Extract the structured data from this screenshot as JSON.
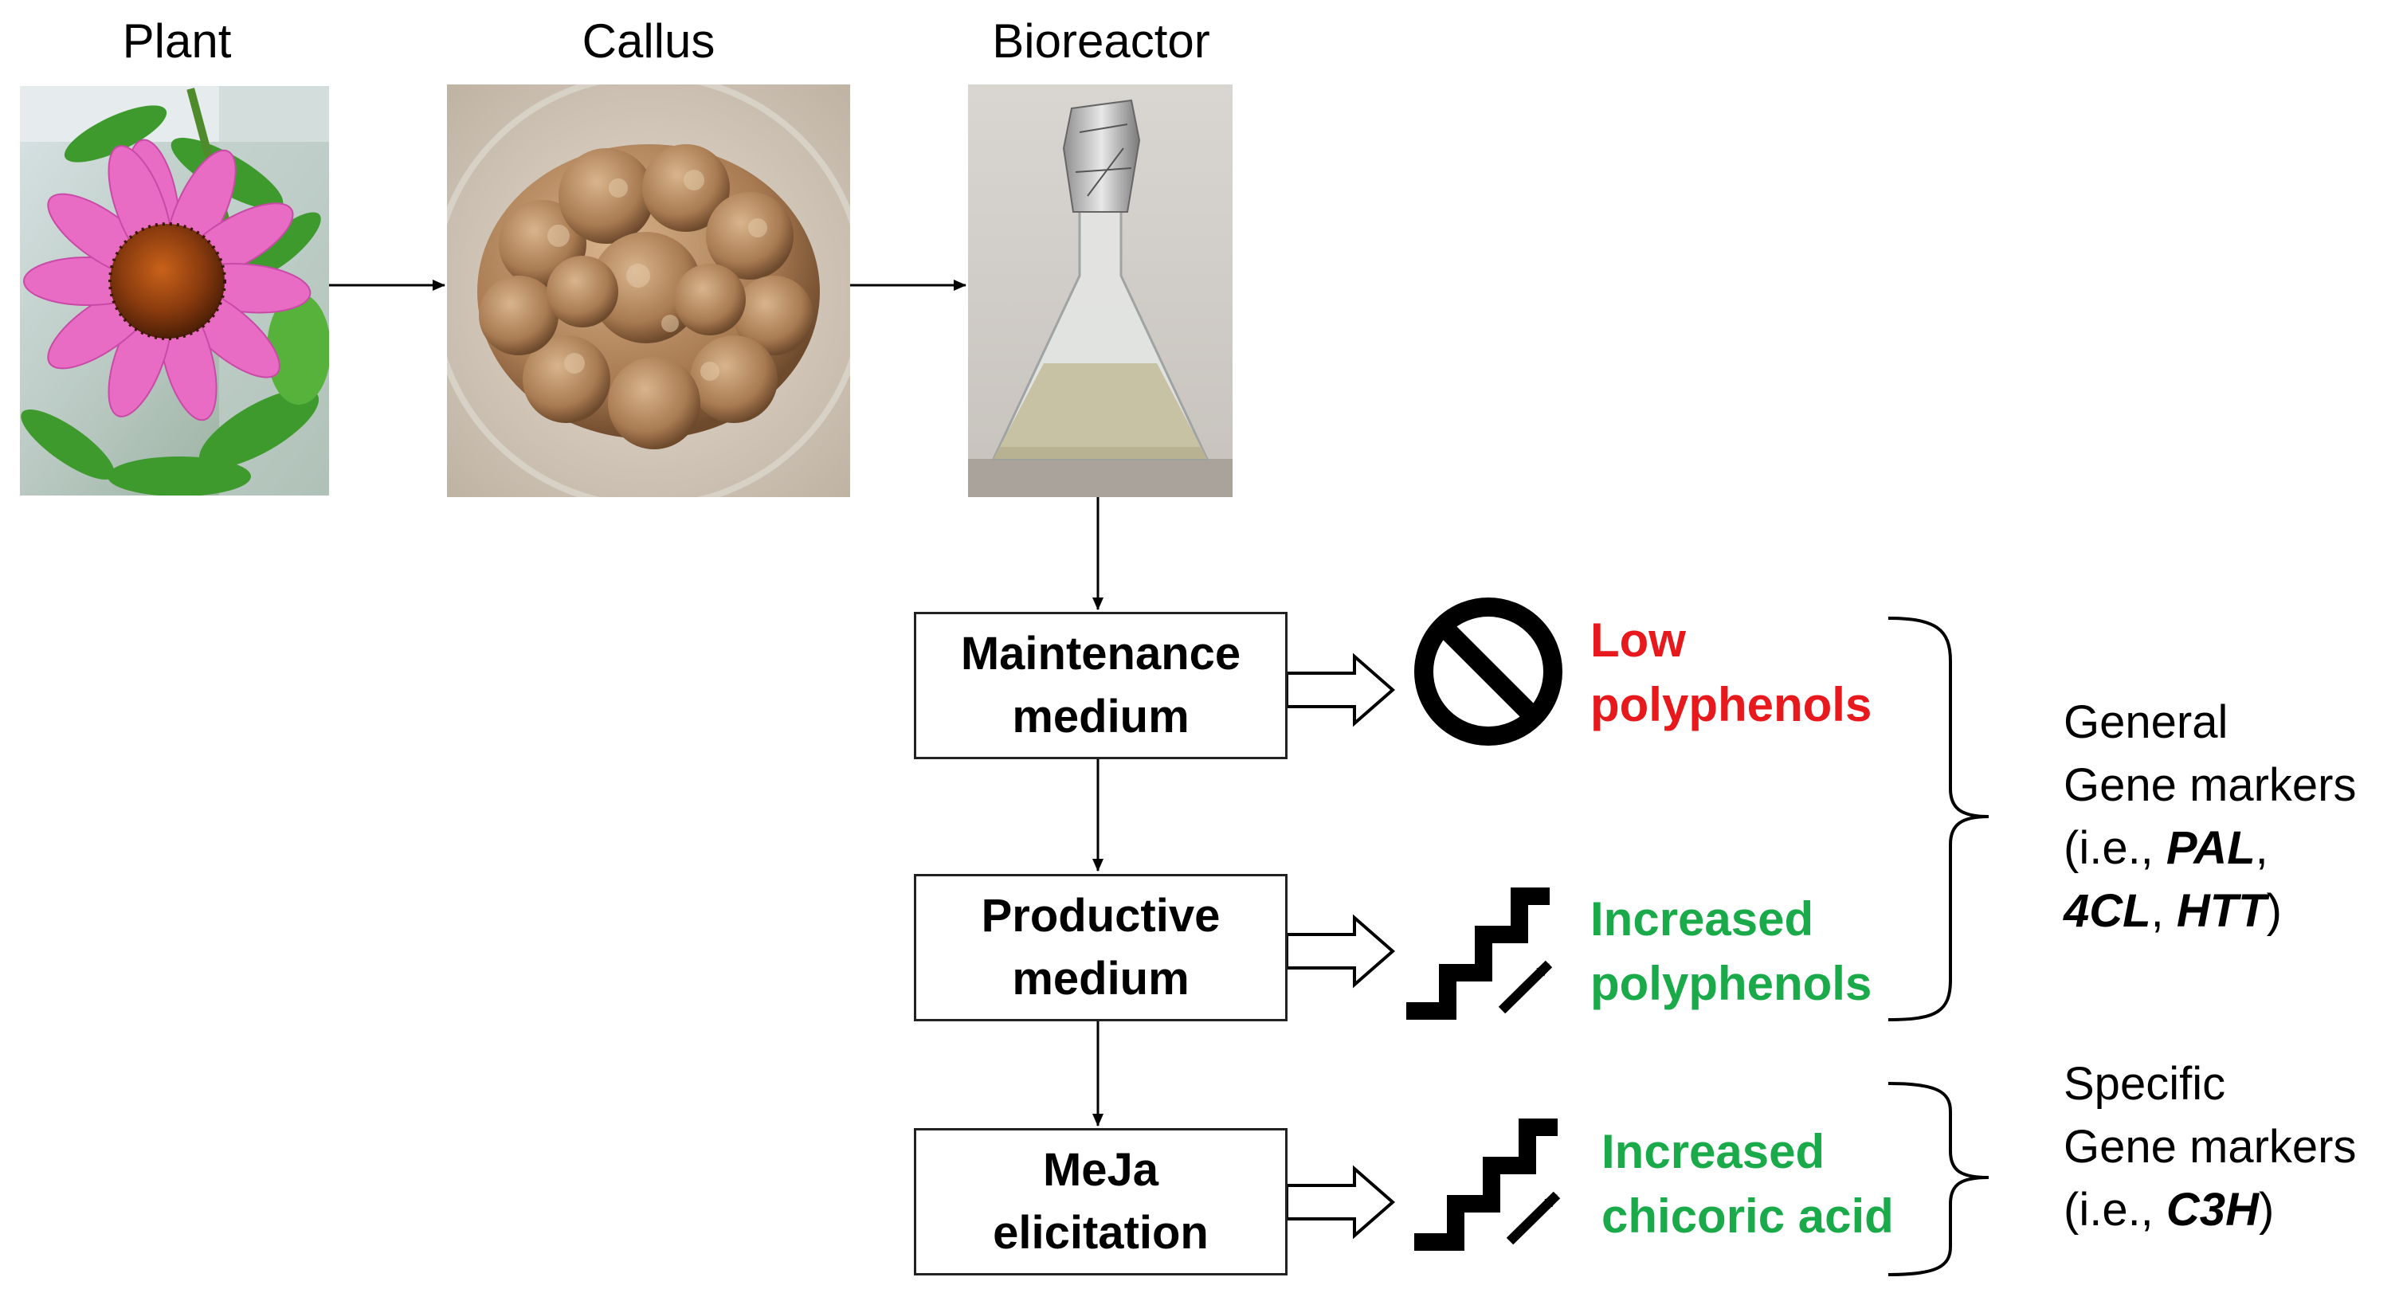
{
  "top_labels": {
    "plant": "Plant",
    "callus": "Callus",
    "bioreactor": "Bioreactor"
  },
  "boxes": {
    "maintenance": {
      "line1": "Maintenance",
      "line2": "medium"
    },
    "productive": {
      "line1": "Productive",
      "line2": "medium"
    },
    "meja": {
      "line1": "MeJa",
      "line2": "elicitation"
    }
  },
  "results": {
    "low": {
      "line1": "Low",
      "line2": "polyphenols",
      "color": "#e8191c"
    },
    "increased_poly": {
      "line1": "Increased",
      "line2": "polyphenols",
      "color": "#1aaa4a"
    },
    "increased_chicoric": {
      "line1": "Increased",
      "line2": "chicoric acid",
      "color": "#1aaa4a"
    }
  },
  "general_markers": {
    "line1": "General",
    "line2": "Gene markers",
    "line3_prefix": "(i.e., ",
    "gene1": "PAL",
    "sep1": ",",
    "gene2": "4CL",
    "sep2": ", ",
    "gene3": "HTT",
    "suffix": ")"
  },
  "specific_markers": {
    "line1": "Specific",
    "line2": "Gene markers",
    "line3_prefix": "(i.e., ",
    "gene1": "C3H",
    "suffix": ")"
  },
  "icons": {
    "no_symbol": "prohibited-icon",
    "increase": "stairs-up-icon"
  }
}
